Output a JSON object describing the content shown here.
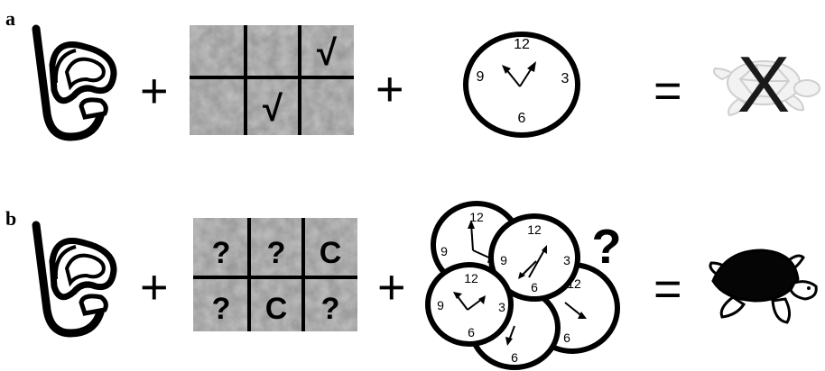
{
  "panels": {
    "a": {
      "label": "a",
      "grid_marks": [
        "",
        "",
        "√",
        "",
        "√",
        ""
      ],
      "clock_numbers": [
        "12",
        "3",
        "6",
        "9"
      ],
      "operators": [
        "+",
        "+",
        "="
      ],
      "result_mark": "X"
    },
    "b": {
      "label": "b",
      "grid_marks": [
        "?",
        "?",
        "C",
        "?",
        "C",
        "?"
      ],
      "clock_numbers": [
        "12",
        "3",
        "6",
        "9"
      ],
      "operators": [
        "+",
        "+",
        "="
      ],
      "question_mark": "?"
    }
  }
}
